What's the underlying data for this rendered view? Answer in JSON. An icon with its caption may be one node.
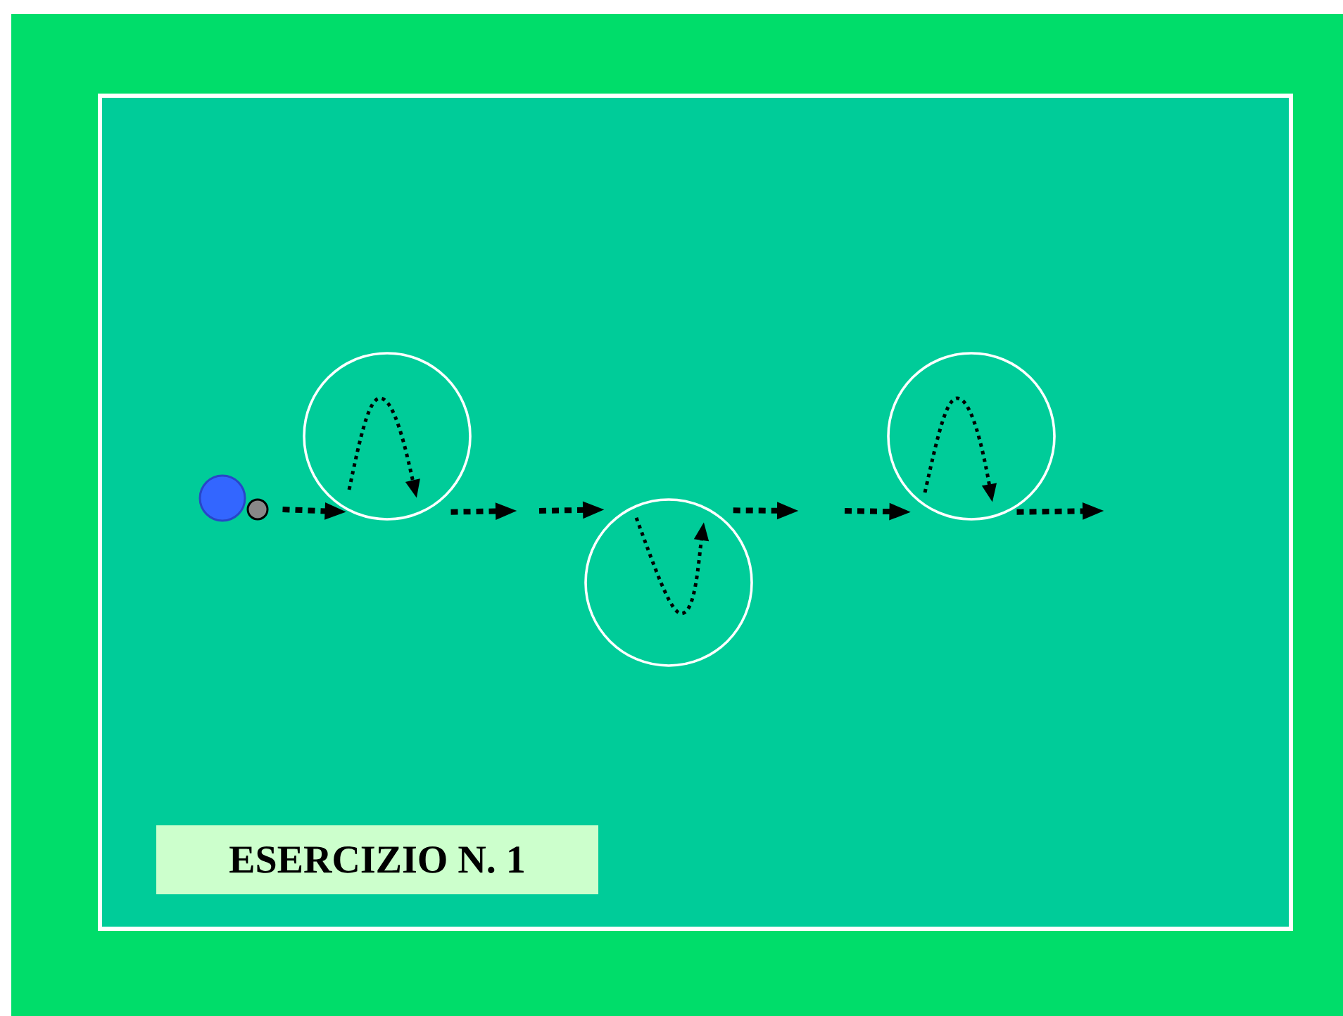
{
  "diagram": {
    "nodes": [
      {
        "text": [],
        "shape": "circle"
      },
      {
        "text": [],
        "shape": "circle"
      },
      {
        "text": [],
        "shape": "circle"
      },
      {
        "text": [],
        "shape": "circle"
      },
      {
        "text": [],
        "shape": "circle"
      },
      {
        "text": [
          "ESERCIZIO N. 1"
        ]
      }
    ],
    "edges": [
      {
        "from": 1,
        "to": 2,
        "arrow": "to"
      },
      {
        "from": 2,
        "to": null,
        "arrow": "to"
      },
      {
        "from": null,
        "to": 3,
        "arrow": "to"
      },
      {
        "from": 3,
        "to": null,
        "arrow": "to"
      },
      {
        "from": null,
        "to": 4,
        "arrow": "to"
      },
      {
        "from": 4,
        "to": null,
        "arrow": "to"
      }
    ]
  }
}
